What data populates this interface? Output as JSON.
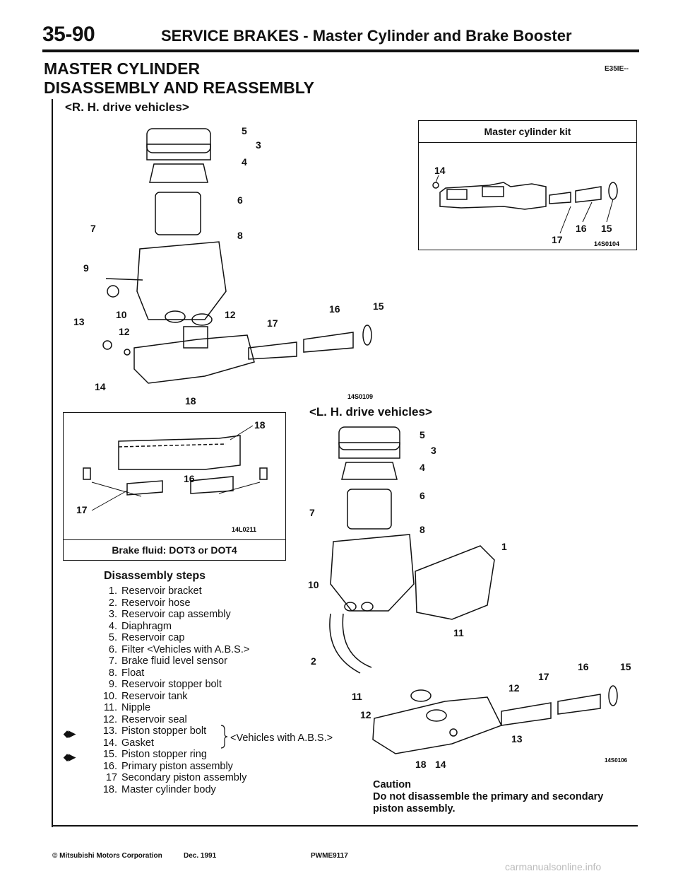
{
  "header": {
    "page_number": "35-90",
    "title": "SERVICE BRAKES - Master Cylinder and Brake Booster"
  },
  "section": {
    "line1": "MASTER CYLINDER",
    "line2": "DISASSEMBLY AND REASSEMBLY",
    "code": "E35IE--"
  },
  "rh_label": "<R. H. drive vehicles>",
  "lh_label": "<L. H. drive vehicles>",
  "kit_box": {
    "title": "Master cylinder kit",
    "fig_code": "14S0104",
    "callouts": [
      "14",
      "17",
      "16",
      "15"
    ]
  },
  "fluid_box": {
    "caption": "Brake fluid: DOT3 or DOT4",
    "fig_code": "14L0211",
    "callouts": [
      "18",
      "16",
      "17"
    ]
  },
  "rh_figure": {
    "fig_code": "14S0109",
    "callouts": [
      "5",
      "3",
      "4",
      "6",
      "7",
      "8",
      "9",
      "10",
      "12",
      "12",
      "13",
      "14",
      "18",
      "15",
      "16",
      "17"
    ]
  },
  "lh_figure": {
    "fig_code": "14S0106",
    "callouts": [
      "5",
      "3",
      "4",
      "6",
      "7",
      "8",
      "1",
      "10",
      "2",
      "11",
      "11",
      "12",
      "12",
      "13",
      "14",
      "18",
      "15",
      "16",
      "17"
    ]
  },
  "steps_title": "Disassembly steps",
  "steps": [
    {
      "num": "1.",
      "text": "Reservoir bracket"
    },
    {
      "num": "2.",
      "text": "Reservoir hose"
    },
    {
      "num": "3.",
      "text": "Reservoir cap assembly"
    },
    {
      "num": "4.",
      "text": "Diaphragm"
    },
    {
      "num": "5.",
      "text": "Reservoir cap"
    },
    {
      "num": "6.",
      "text": "Filter <Vehicles with A.B.S.>"
    },
    {
      "num": "7.",
      "text": "Brake fluid level sensor"
    },
    {
      "num": "8.",
      "text": "Float"
    },
    {
      "num": "9.",
      "text": "Reservoir stopper bolt"
    },
    {
      "num": "10.",
      "text": "Reservoir tank"
    },
    {
      "num": "11.",
      "text": "Nipple"
    },
    {
      "num": "12.",
      "text": "Reservoir seal"
    },
    {
      "num": "13.",
      "text": "Piston stopper bolt"
    },
    {
      "num": "14.",
      "text": "Gasket"
    },
    {
      "num": "15.",
      "text": "Piston stopper ring"
    },
    {
      "num": "16.",
      "text": "Primary piston assembly"
    },
    {
      "num": "17",
      "text": "Secondary piston assembly"
    },
    {
      "num": "18.",
      "text": "Master cylinder body"
    }
  ],
  "steps_bracket_note": "<Vehicles with A.B.S.>",
  "service_marks": [
    "◆▶",
    "◆▶"
  ],
  "caution": {
    "heading": "Caution",
    "text": "Do not disassemble the primary and secondary piston assembly."
  },
  "footer": {
    "copyright": "© Mitsubishi Motors Corporation",
    "date": "Dec. 1991",
    "code": "PWME9117"
  },
  "watermark": "carmanualsonline.info"
}
